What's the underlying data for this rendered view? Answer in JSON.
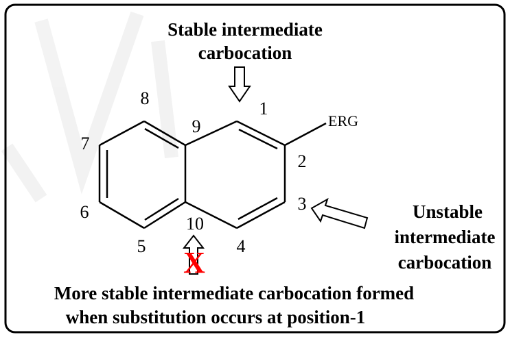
{
  "top_caption": {
    "line1": "Stable intermediate",
    "line2": "carbocation"
  },
  "right_caption": {
    "line1": "Unstable",
    "line2": "intermediate",
    "line3": "carbocation"
  },
  "bottom_caption": {
    "line1": "More stable intermediate carbocation formed",
    "line2": "when substitution occurs at position-1"
  },
  "substituent": "ERG",
  "positions": {
    "p1": "1",
    "p2": "2",
    "p3": "3",
    "p4": "4",
    "p5": "5",
    "p6": "6",
    "p7": "7",
    "p8": "8",
    "p9": "9",
    "p10": "10"
  },
  "cross_mark": "X",
  "colors": {
    "line": "#000000",
    "cross": "#ff0000",
    "watermark": "#eeeeee"
  }
}
